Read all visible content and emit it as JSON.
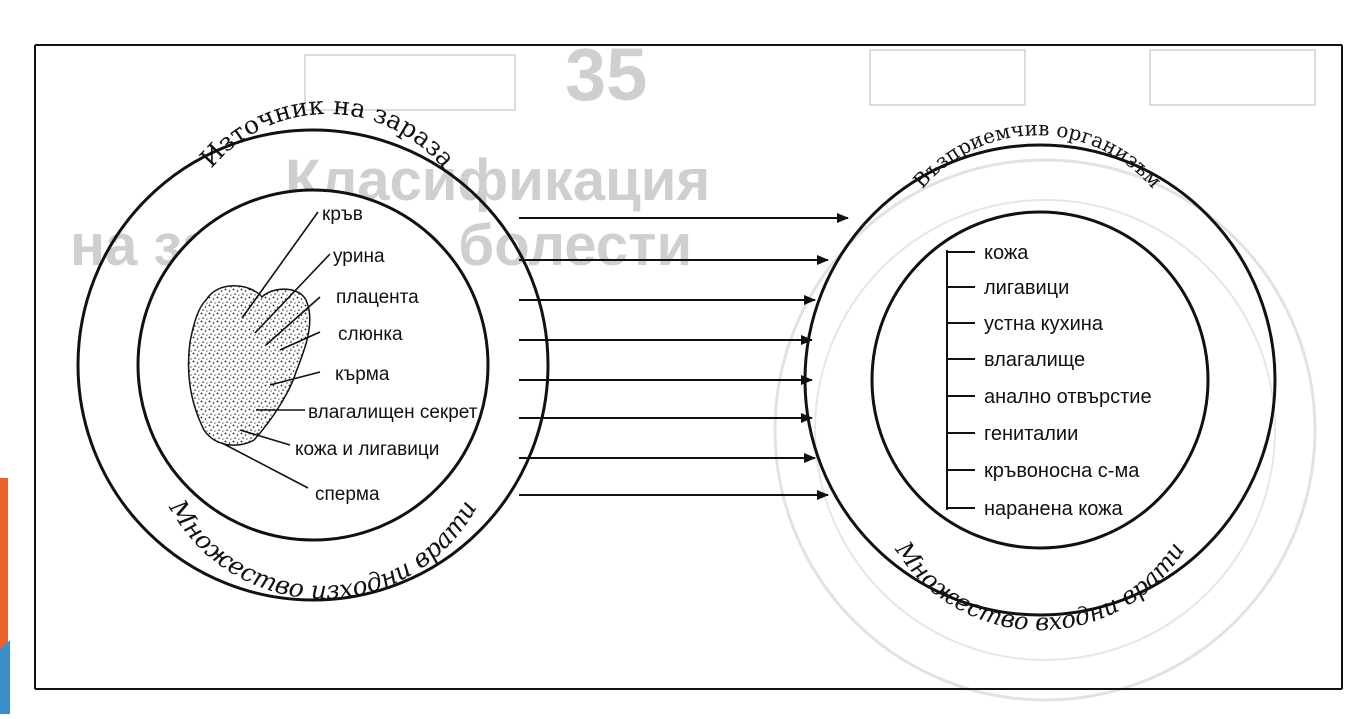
{
  "source": {
    "label": "Източник на зараза",
    "fluids": [
      "кръв",
      "урина",
      "плацента",
      "слюнка",
      "кърма",
      "влагалищен секрет",
      "кожа и лигавици",
      "сперма"
    ],
    "exit_label": "Множество изходни врати"
  },
  "host": {
    "label": "Възприемчив организъм",
    "entries": [
      "кожа",
      "лигавици",
      "устна кухина",
      "влагалище",
      "анално отвърстие",
      "гениталии",
      "кръвоносна с-ма",
      "наранена кожа"
    ],
    "entry_label": "Множество входни врати"
  },
  "background_page": {
    "page_number": "35",
    "heading_line1": "Класификация",
    "heading_line2": "на заразните болести"
  },
  "colors": {
    "ink": "#111111",
    "ghost": "#cfcfcf",
    "accent_orange": "#e8622a",
    "accent_blue": "#3a8fc9"
  }
}
